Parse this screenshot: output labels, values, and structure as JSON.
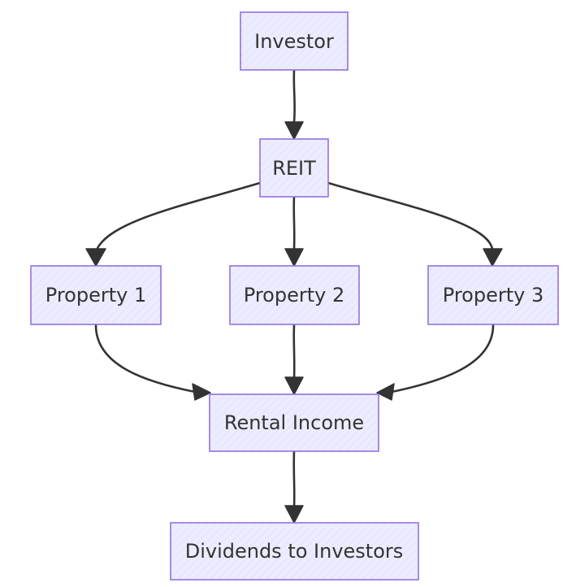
{
  "diagram": {
    "type": "flowchart",
    "style": "hand-drawn",
    "colors": {
      "node_fill": "#ececff",
      "node_stroke": "#9370db",
      "edge": "#333333",
      "text": "#333333"
    },
    "nodes": {
      "investor": "Investor",
      "reit": "REIT",
      "property1": "Property 1",
      "property2": "Property 2",
      "property3": "Property 3",
      "rental_income": "Rental Income",
      "dividends": "Dividends to Investors"
    },
    "edges": [
      {
        "from": "investor",
        "to": "reit"
      },
      {
        "from": "reit",
        "to": "property1"
      },
      {
        "from": "reit",
        "to": "property2"
      },
      {
        "from": "reit",
        "to": "property3"
      },
      {
        "from": "property1",
        "to": "rental_income"
      },
      {
        "from": "property2",
        "to": "rental_income"
      },
      {
        "from": "property3",
        "to": "rental_income"
      },
      {
        "from": "rental_income",
        "to": "dividends"
      }
    ]
  }
}
